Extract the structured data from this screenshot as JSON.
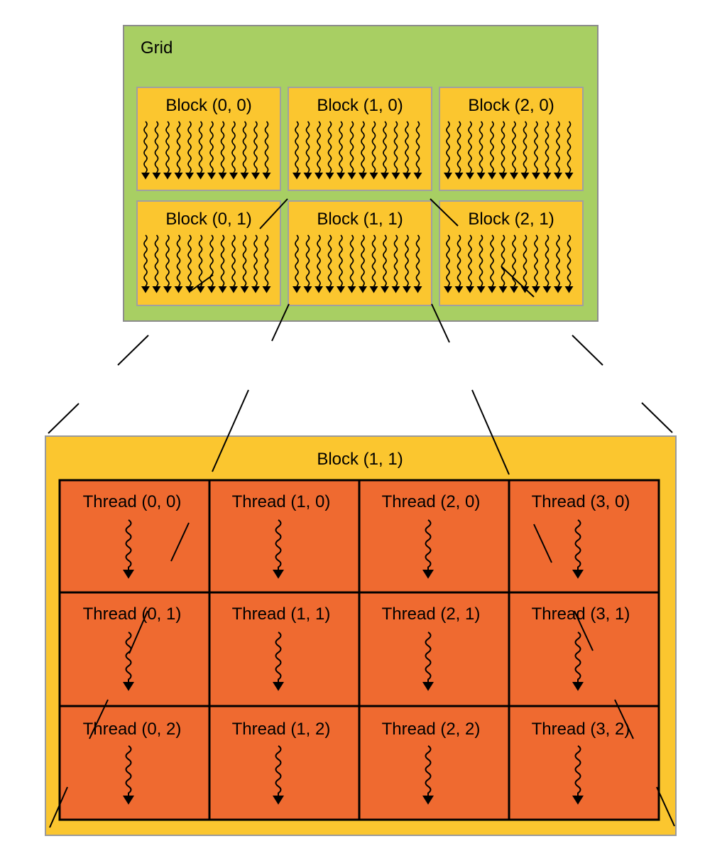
{
  "grid": {
    "label": "Grid",
    "blocks": [
      [
        {
          "label": "Block (0, 0)"
        },
        {
          "label": "Block (1, 0)"
        },
        {
          "label": "Block (2, 0)"
        }
      ],
      [
        {
          "label": "Block (0, 1)"
        },
        {
          "label": "Block (1, 1)"
        },
        {
          "label": "Block (2, 1)"
        }
      ]
    ]
  },
  "block_detail": {
    "label": "Block (1, 1)",
    "threads": [
      [
        {
          "label": "Thread (0, 0)"
        },
        {
          "label": "Thread (1, 0)"
        },
        {
          "label": "Thread (2, 0)"
        },
        {
          "label": "Thread (3, 0)"
        }
      ],
      [
        {
          "label": "Thread (0, 1)"
        },
        {
          "label": "Thread (1, 1)"
        },
        {
          "label": "Thread (2, 1)"
        },
        {
          "label": "Thread (3, 1)"
        }
      ],
      [
        {
          "label": "Thread (0, 2)"
        },
        {
          "label": "Thread (1, 2)"
        },
        {
          "label": "Thread (2, 2)"
        },
        {
          "label": "Thread (3, 2)"
        }
      ]
    ]
  },
  "colors": {
    "grid_fill": "#a8cf63",
    "grid_border": "#8c8c8c",
    "block_fill": "#fbc62f",
    "block_border": "#a0a0a0",
    "thread_fill": "#ef6a30",
    "thread_border": "#000000",
    "detail_fill": "#fbc62f",
    "detail_border": "#9a9a9a"
  }
}
